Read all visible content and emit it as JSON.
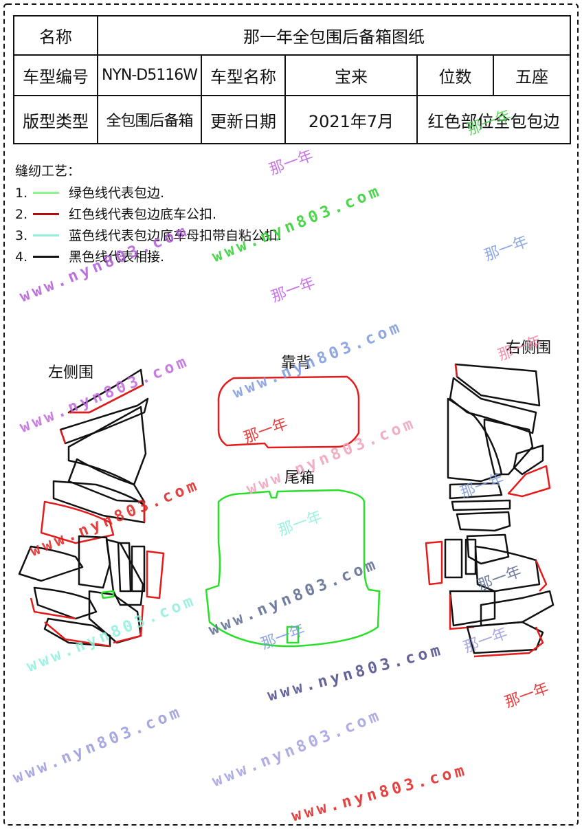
{
  "header": {
    "name_label": "名称",
    "name_value": "那一年全包围后备箱图纸",
    "model_code_label": "车型编号",
    "model_code_value": "NYN-D5116W",
    "model_name_label": "车型名称",
    "model_name_value": "宝来",
    "position_label": "位数",
    "position_value": "五座",
    "pattern_type_label": "版型类型",
    "pattern_type_value": "全包围后备箱",
    "update_date_label": "更新日期",
    "update_date_value": "2021年7月",
    "red_note": "红色部位全包包边"
  },
  "legend": {
    "title": "缝纫工艺：",
    "items": [
      {
        "num": "1.",
        "color": "#8ef58e",
        "text": "绿色线代表包边."
      },
      {
        "num": "2.",
        "color": "#b01010",
        "text": "红色线代表包边底车公扣."
      },
      {
        "num": "3.",
        "color": "#8ff0dc",
        "text": "蓝色线代表包边底车母扣带自粘公扣."
      },
      {
        "num": "4.",
        "color": "#111111",
        "text": "黑色线代表相接."
      }
    ]
  },
  "sections": {
    "left": "左侧围",
    "back": "靠背",
    "trunk": "尾箱",
    "right": "右侧围"
  },
  "watermarks": {
    "url": "www.nyn803.com",
    "brand": "那一年"
  },
  "colors": {
    "piece_outline": "#111111",
    "edge_red": "#e41b1b",
    "edge_green": "#27e027"
  }
}
